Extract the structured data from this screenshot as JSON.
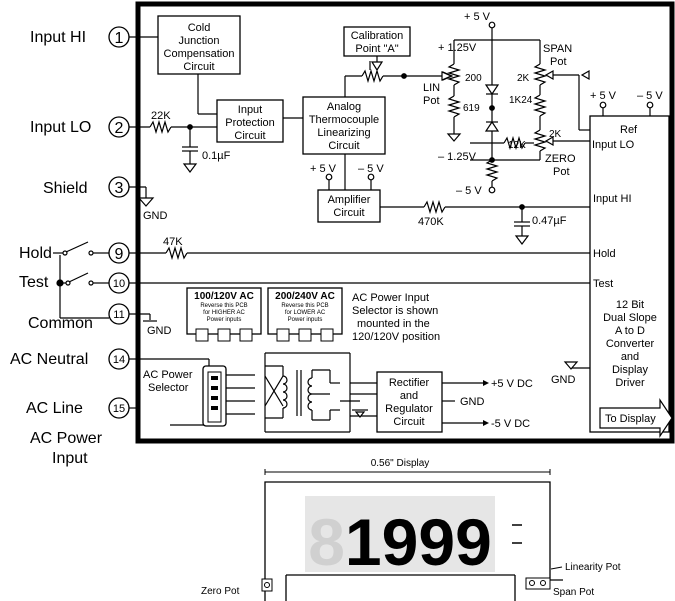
{
  "terminals": {
    "t1": {
      "num": "1",
      "label": "Input HI"
    },
    "t2": {
      "num": "2",
      "label": "Input LO"
    },
    "t3": {
      "num": "3",
      "label": "Shield"
    },
    "t9": {
      "num": "9",
      "label": "Hold"
    },
    "t10": {
      "num": "10",
      "label": "Test"
    },
    "t11": {
      "num": "11",
      "label": "Common"
    },
    "t14": {
      "num": "14",
      "label": "AC Neutral"
    },
    "t15": {
      "num": "15",
      "label": "AC Line"
    }
  },
  "ac_power_input": [
    "AC Power",
    "Input"
  ],
  "blocks": {
    "cjc": [
      "Cold",
      "Junction",
      "Compensation",
      "Circuit"
    ],
    "protection": [
      "Input",
      "Protection",
      "Circuit"
    ],
    "calibration": [
      "Calibration",
      "Point \"A\""
    ],
    "linearizing": [
      "Analog",
      "Thermocouple",
      "Linearizing",
      "Circuit"
    ],
    "amplifier": [
      "Amplifier",
      "Circuit"
    ],
    "rectifier": [
      "Rectifier",
      "and",
      "Regulator",
      "Circuit"
    ],
    "ac_selector": [
      "AC Power",
      "Selector"
    ],
    "adc_pins": {
      "ref": "Ref",
      "input_lo": "Input LO",
      "input_hi": "Input HI",
      "hold": "Hold",
      "test": "Test"
    },
    "adc": [
      "12 Bit",
      "Dual Slope",
      "A to D",
      "Converter",
      "and",
      "Display",
      "Driver"
    ],
    "to_display": "To Display"
  },
  "components": {
    "r22k": "22K",
    "cap01": "0.1µF",
    "r470k": "470K",
    "cap047": "0.47µF",
    "r47k": "47K",
    "r200": "200",
    "r619": "619",
    "r1k24": "1K24",
    "r2k_span": "2K",
    "r2k_zero": "2K",
    "r12k": "12K",
    "lin_pot": [
      "LIN",
      "Pot"
    ],
    "span_pot": [
      "SPAN",
      "Pot"
    ],
    "zero_pot": [
      "ZERO",
      "Pot"
    ]
  },
  "rails": {
    "p5_top": "+ 5 V",
    "p125": "+ 1.25V",
    "m125": "– 1.25V",
    "m5_bot": "– 5 V",
    "amp_p5": "+ 5 V",
    "amp_m5": "– 5 V",
    "adc_p5": "+ 5 V",
    "adc_m5": "– 5 V"
  },
  "gnd": {
    "label": "GND"
  },
  "outputs": [
    "+5 V DC",
    "GND",
    "-5 V DC"
  ],
  "pcb_labels": {
    "ac100": {
      "title": "100/120V AC",
      "lines": [
        "Reverse this PCB",
        "for HIGHER AC",
        "Power inputs"
      ]
    },
    "ac200": {
      "title": "200/240V AC",
      "lines": [
        "Reverse this PCB",
        "for LOWER AC",
        "Power inputs"
      ]
    }
  },
  "selector_note": [
    "AC Power Input",
    "Selector is shown",
    "mounted in the",
    "120/120V position"
  ],
  "display": {
    "size_label": "0.56\" Display",
    "digits": [
      "8",
      "1",
      "9",
      "9",
      "9"
    ],
    "zero_pot": "Zero Pot",
    "linearity_pot": "Linearity Pot",
    "span_pot": "Span Pot"
  }
}
